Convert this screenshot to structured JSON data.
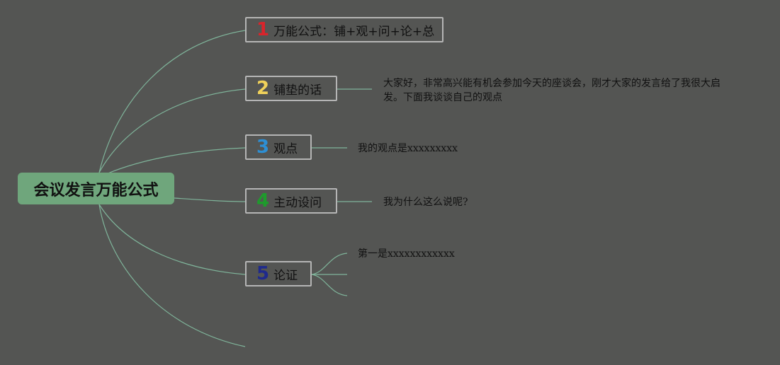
{
  "root": {
    "label": "会议发言万能公式"
  },
  "topics": [
    {
      "number": "1",
      "label": "万能公式：铺+观+问+论+总",
      "number_color": "#d9242b"
    },
    {
      "number": "2",
      "label": "铺垫的话",
      "number_color": "#f1d25a"
    },
    {
      "number": "3",
      "label": "观点",
      "number_color": "#2d8fd4"
    },
    {
      "number": "4",
      "label": "主动设问",
      "number_color": "#1e9b2c"
    },
    {
      "number": "5",
      "label": "论证",
      "number_color": "#1f2a8c"
    }
  ],
  "notes": {
    "topic2": "大家好，非常高兴能有机会参加今天的座谈会，刚才大家的发言给了我很大启发。下面我谈谈自己的观点",
    "topic3": "我的观点是xxxxxxxxx",
    "topic4": "我为什么这么说呢?",
    "topic5_first": "第一是xxxxxxxxxxxx"
  },
  "colors": {
    "background": "#545553",
    "root_fill": "#6fa67c",
    "connector": "#7fb49a",
    "node_border": "#b5b5b5"
  }
}
